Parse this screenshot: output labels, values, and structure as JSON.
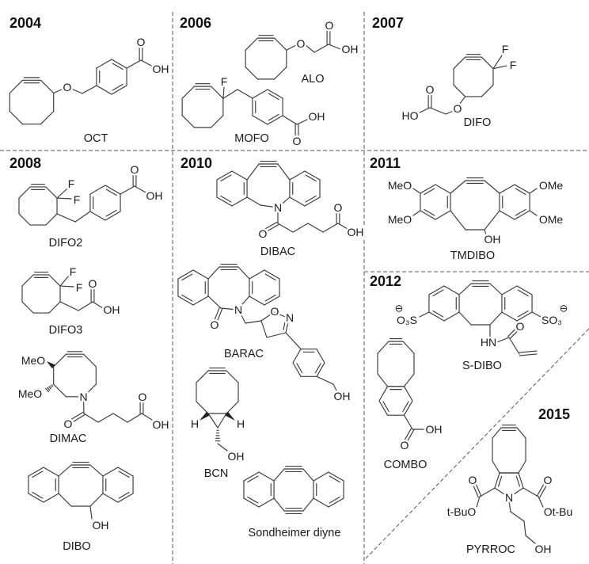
{
  "years": [
    "2004",
    "2006",
    "2007",
    "2008",
    "2010",
    "2011",
    "2012",
    "2015"
  ],
  "compounds": {
    "OCT": {
      "name": "OCT",
      "atoms": [
        "O",
        "O",
        "OH"
      ]
    },
    "ALO": {
      "name": "ALO",
      "atoms": [
        "O",
        "O",
        "OH"
      ]
    },
    "MOFO": {
      "name": "MOFO",
      "atoms": [
        "F",
        "OH",
        "O"
      ]
    },
    "DIFO": {
      "name": "DIFO",
      "atoms": [
        "F",
        "F",
        "O",
        "O",
        "HO"
      ]
    },
    "DIFO2": {
      "name": "DIFO2",
      "atoms": [
        "F",
        "F",
        "O",
        "OH"
      ]
    },
    "DIFO3": {
      "name": "DIFO3",
      "atoms": [
        "F",
        "F",
        "O",
        "OH"
      ]
    },
    "DIMAC": {
      "name": "DIMAC",
      "atoms": [
        "MeO",
        "MeO",
        "N",
        "O",
        "O",
        "OH"
      ]
    },
    "DIBO": {
      "name": "DIBO",
      "atoms": [
        "OH"
      ]
    },
    "DIBAC": {
      "name": "DIBAC",
      "atoms": [
        "N",
        "O",
        "O",
        "OH"
      ]
    },
    "BARAC": {
      "name": "BARAC",
      "atoms": [
        "O",
        "N",
        "O",
        "N",
        "OH"
      ]
    },
    "BCN": {
      "name": "BCN",
      "atoms": [
        "H",
        "H",
        "OH"
      ]
    },
    "SOND": {
      "name": "Sondheimer diyne",
      "atoms": []
    },
    "TMDIBO": {
      "name": "TMDIBO",
      "atoms": [
        "MeO",
        "MeO",
        "OMe",
        "OMe",
        "OH"
      ]
    },
    "SDIBO": {
      "name": "S-DIBO",
      "atoms": [
        "⊖",
        "O₃S",
        "⊖",
        "SO₃",
        "HN",
        "O"
      ]
    },
    "COMBO": {
      "name": "COMBO",
      "atoms": [
        "O",
        "OH"
      ]
    },
    "PYRROC": {
      "name": "PYRROC",
      "atoms": [
        "O",
        "t-BuO",
        "O",
        "Ot-Bu",
        "N",
        "OH"
      ]
    }
  }
}
